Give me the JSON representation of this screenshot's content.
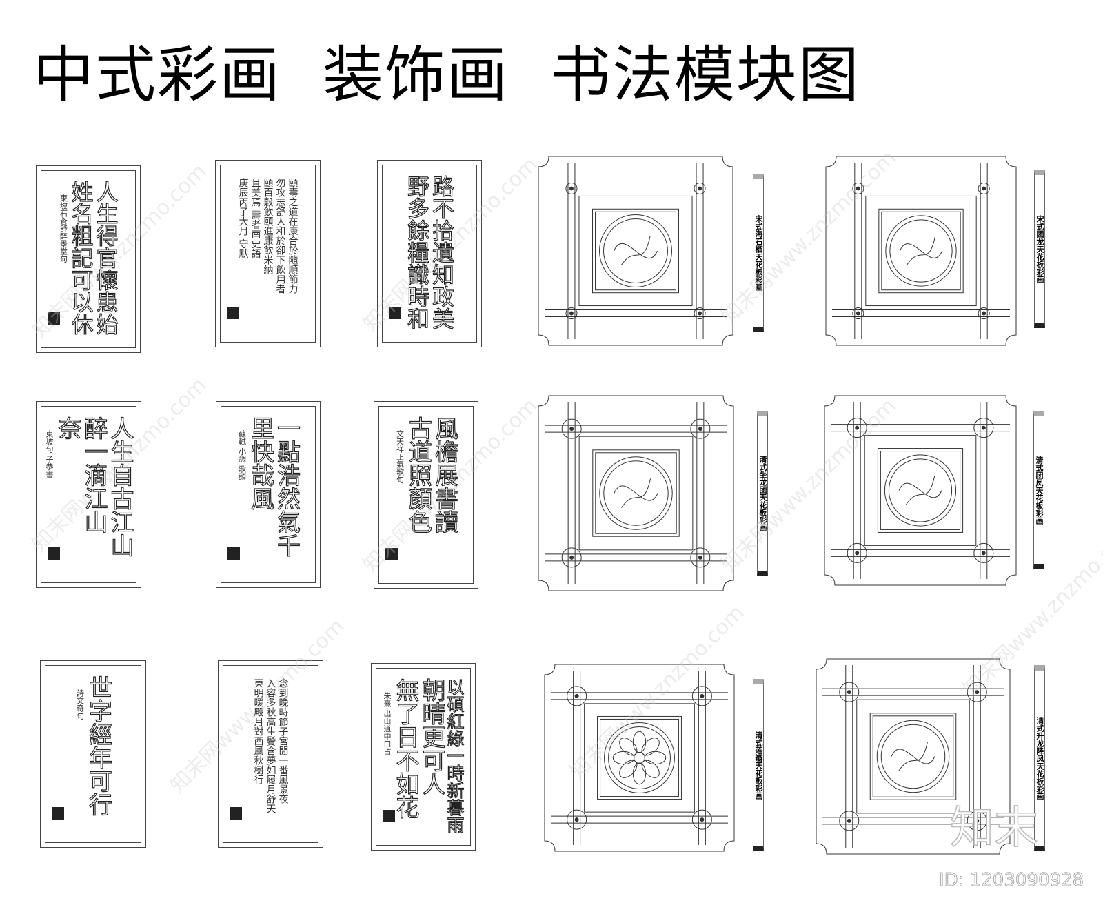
{
  "title": "中式彩画  装饰画  书法模块图",
  "calligraphy": [
    {
      "big": [
        "人生得官懷患始",
        "姓名粗記可以休"
      ],
      "small": [
        "東坡石蒼舒醉墨堂句"
      ]
    },
    {
      "big": [],
      "small": [
        "頤壽之道在康合於隨順節力",
        "勿攻志舒人和於卻下飲用者",
        "頤百穀飲頤進康飲米納",
        "且美焉  壽者南史語",
        "庚辰丙子大月  守默"
      ]
    },
    {
      "big": [
        "路不拾遺知政美",
        "野多餘糧識時和"
      ],
      "small": []
    },
    {
      "big": [
        "人生自古江山",
        "醉一滴江山",
        "奈"
      ],
      "small": [
        "東坡句  子恭書"
      ]
    },
    {
      "big": [
        "一點浩然氣千",
        "里快哉風"
      ],
      "small": [
        "蘇軾 小調 歌頭"
      ]
    },
    {
      "big": [
        "風檐展書讀",
        "古道照顏色"
      ],
      "small": [
        "文天祥正氣歌句"
      ]
    },
    {
      "big": [
        "世字經年可行"
      ],
      "small": [
        "詩文奇句"
      ]
    },
    {
      "big": [],
      "small": [
        "念到晚時節子宮閒一番風景夜",
        "入容多秋高生鬢含夢如履月舒天",
        "東明暖殿月對西風秋樹行"
      ]
    },
    {
      "big": [
        "以碩紅綠一時新暮雨",
        "朝晴更可人",
        "無了日不如花"
      ],
      "small": [
        "朱熹 出山道中口占"
      ]
    }
  ],
  "ceilings": [
    {
      "label": "宋式海石榴天花板彩画",
      "style": "song"
    },
    {
      "label": "宋式团龙天花板彩画",
      "style": "song"
    },
    {
      "label": "清式坐龙团天花板彩画",
      "style": "qing"
    },
    {
      "label": "清式团凤天花板彩画",
      "style": "qing"
    },
    {
      "label": "清式莲瓣天花板彩画",
      "style": "qing-lotus"
    },
    {
      "label": "清式升龙降凤天花板彩画",
      "style": "qing"
    }
  ],
  "watermark": {
    "text": "知末网www.znzmo.com",
    "logo": "知末",
    "id": "ID: 1203090928"
  }
}
